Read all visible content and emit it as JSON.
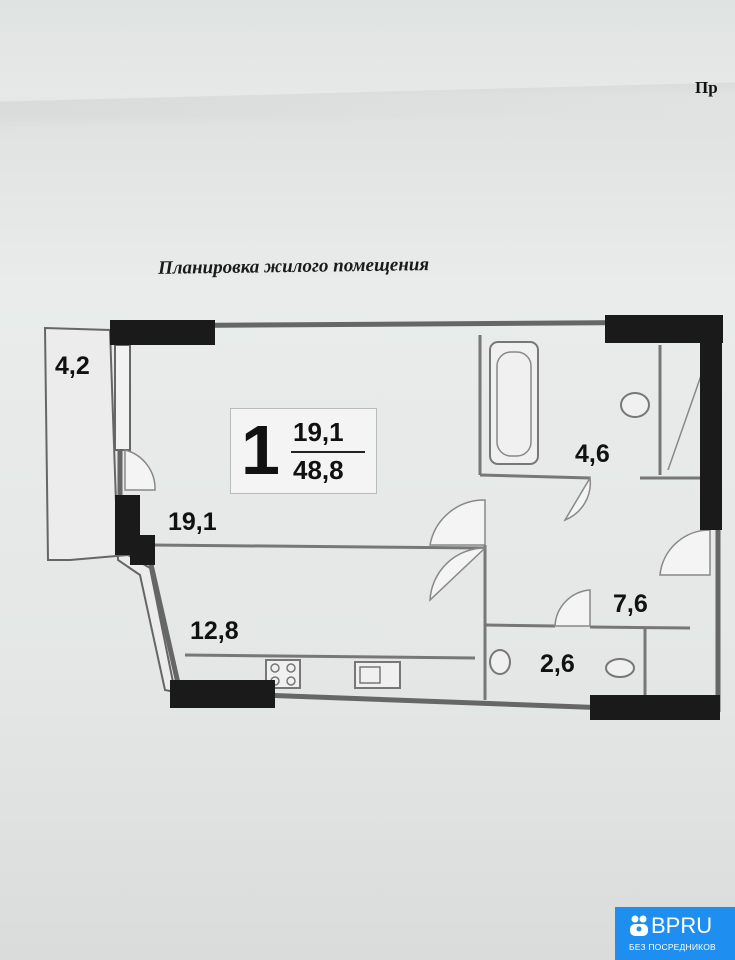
{
  "header": {
    "corner_text": "Пр",
    "title": "Планировка жилого помещения"
  },
  "apartment": {
    "rooms": "1",
    "living_area": "19,1",
    "total_area": "48,8"
  },
  "rooms": [
    {
      "name": "balcony",
      "area": "4,2"
    },
    {
      "name": "living-room",
      "area": "19,1"
    },
    {
      "name": "kitchen",
      "area": "12,8"
    },
    {
      "name": "bathroom",
      "area": "4,6"
    },
    {
      "name": "hallway",
      "area": "7,6"
    },
    {
      "name": "toilet",
      "area": "2,6"
    }
  ],
  "logo": {
    "name": "BPRU",
    "tagline": "БЕЗ ПОСРЕДНИКОВ",
    "color": "#1e8ff0"
  }
}
